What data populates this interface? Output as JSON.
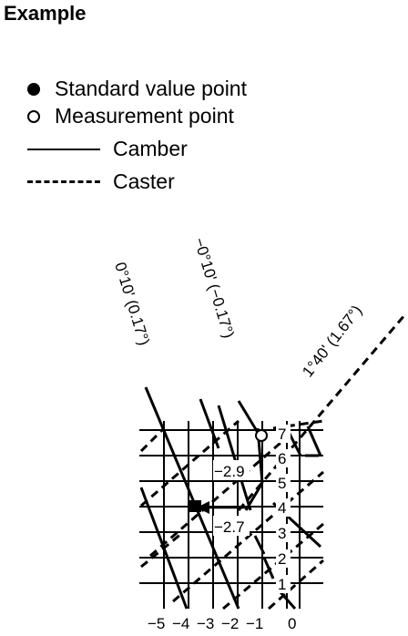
{
  "title": "Example",
  "legend": {
    "standard": "Standard value point",
    "measurement": "Measurement point",
    "camber": "Camber",
    "caster": "Caster"
  },
  "diagram": {
    "angle_labels": [
      "0°10' (0.17°)",
      "−0°10' (−0.17°)",
      "1°40' (1.67°)"
    ],
    "value_labels": [
      "−2.9",
      "−2.7"
    ],
    "x_ticks": [
      "−5",
      "−4",
      "−3",
      "−2",
      "−1",
      "0"
    ],
    "y_ticks": [
      "1",
      "2",
      "3",
      "4",
      "5",
      "6",
      "7"
    ]
  }
}
